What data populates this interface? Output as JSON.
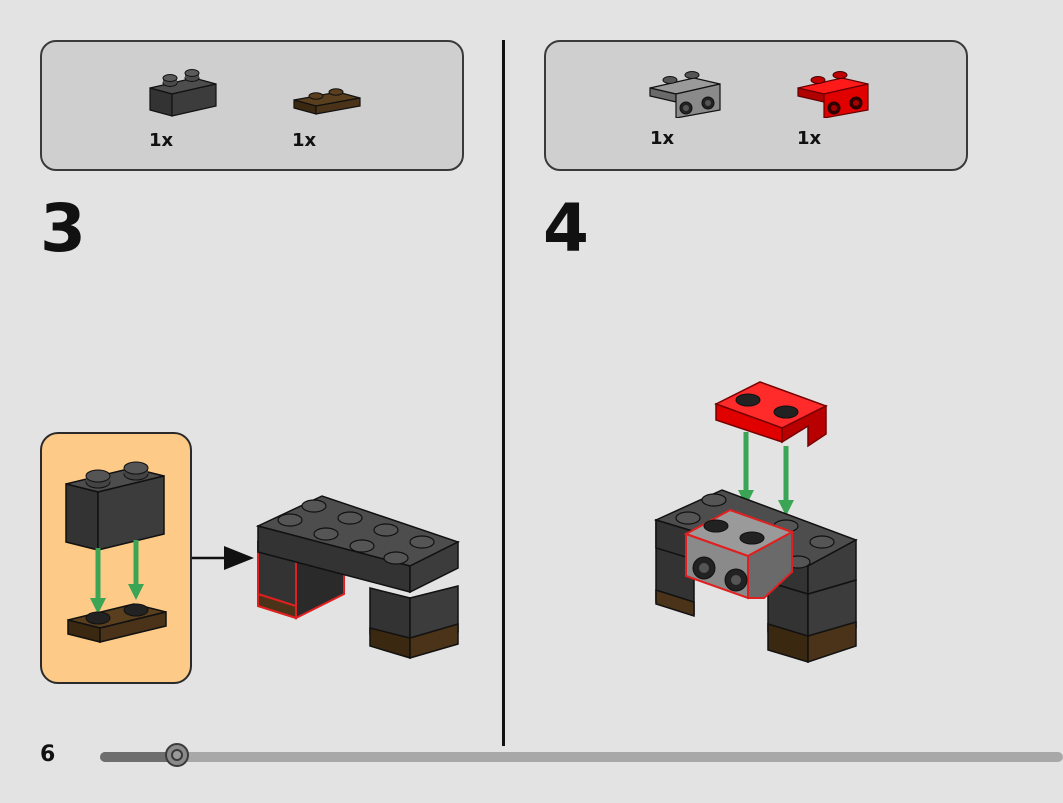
{
  "page": {
    "number": "6",
    "progress_fraction": 0.08
  },
  "steps": [
    {
      "number": "3",
      "parts": [
        {
          "icon": "black-brick-1x2-icon",
          "quantity": "1x",
          "color": "#3c3c3c"
        },
        {
          "icon": "brown-plate-1x2-icon",
          "quantity": "1x",
          "color": "#4a3318"
        }
      ]
    },
    {
      "number": "4",
      "parts": [
        {
          "icon": "grey-bracket-1x2-icon",
          "quantity": "1x",
          "color": "#8a8a8a"
        },
        {
          "icon": "red-bracket-1x2-icon",
          "quantity": "1x",
          "color": "#e00000"
        }
      ]
    }
  ],
  "colors": {
    "background": "#e3e3e3",
    "parts_box": "#cfcfcf",
    "callout": "#fdca87",
    "arrow_green": "#3aa655",
    "highlight_red": "#e02020"
  }
}
